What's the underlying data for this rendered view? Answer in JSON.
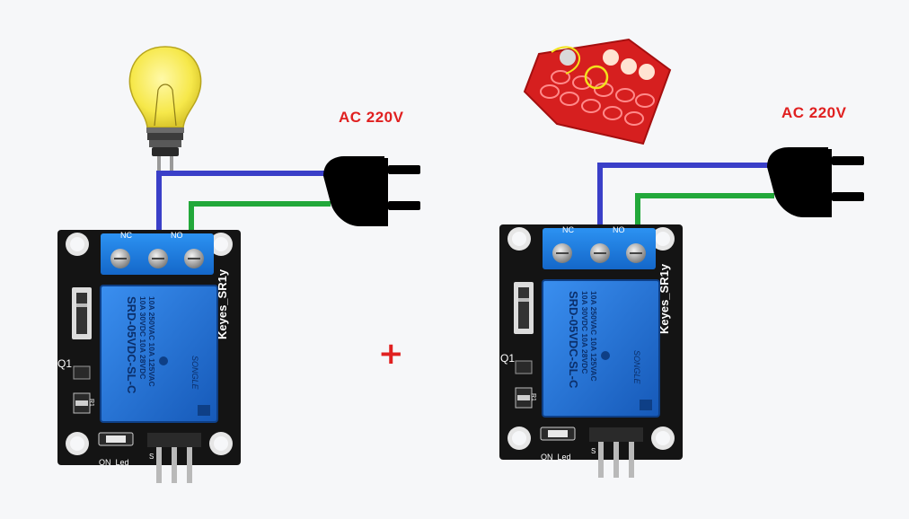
{
  "colors": {
    "background": "#f6f7f9",
    "ac_label": "#e02020",
    "plus": "#e02020",
    "wire_no": "#3a3fc8",
    "wire_nc": "#22a83a",
    "board": "#141414",
    "relay_block": "#1f6fd1",
    "terminal_block": "#1a7fe6",
    "plug": "#000000"
  },
  "left_circuit": {
    "ac_label": "AC 220V",
    "load": "light-bulb",
    "relay": {
      "terminal_labels": [
        "NC",
        "",
        "NO"
      ],
      "body_lines": [
        "SRD-05VDC-SL-C",
        "10A 30VDC 10A 28VDC",
        "10A 250VAC 10A 125VAC"
      ],
      "brand": "SONGLE",
      "module_name": "Keyes_SR1y",
      "transistor_label": "Q1",
      "resistor_label": "R1",
      "led_label": "ON_Led",
      "pin_marker": "S"
    }
  },
  "right_circuit": {
    "ac_label": "AC 220V",
    "load": "egg-incubator-tray",
    "relay": {
      "terminal_labels": [
        "NC",
        "",
        "NO"
      ],
      "body_lines": [
        "SRD-05VDC-SL-C",
        "10A 30VDC 10A 28VDC",
        "10A 250VAC 10A 125VAC"
      ],
      "brand": "SONGLE",
      "module_name": "Keyes_SR1y",
      "transistor_label": "Q1",
      "resistor_label": "R1",
      "led_label": "ON_Led",
      "pin_marker": "S"
    }
  },
  "plus": "+"
}
